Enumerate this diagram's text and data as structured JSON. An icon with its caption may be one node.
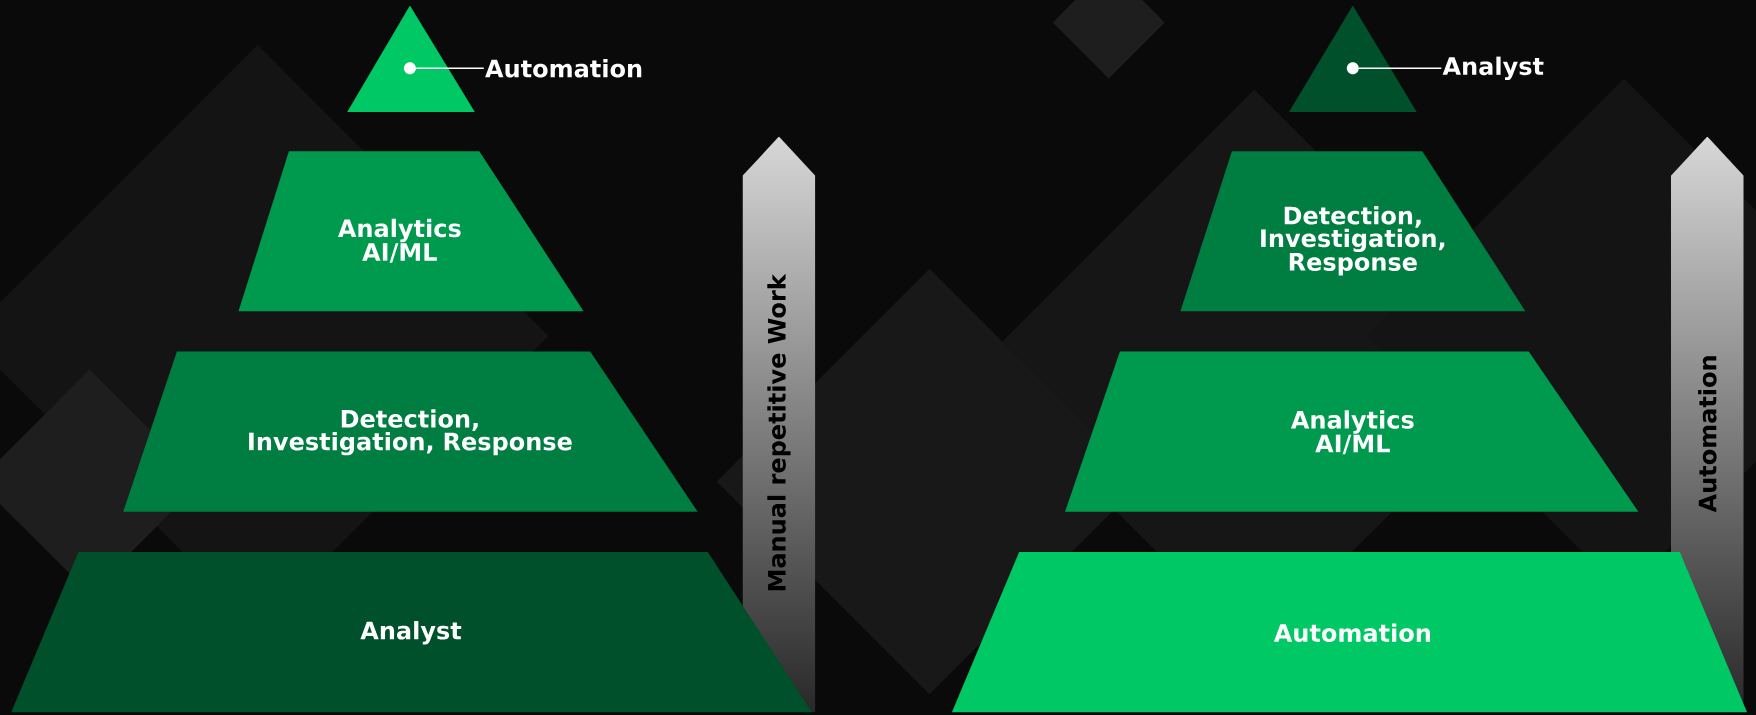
{
  "diagram": {
    "nodes": [
      {
        "text": [],
        "shape": "triangle"
      },
      {
        "text": [
          "Automation"
        ]
      },
      {
        "text": [
          "Analytics AI/ML"
        ]
      },
      {
        "text": [
          "Detection, Investigation, Response"
        ]
      },
      {
        "text": [
          "Analyst"
        ]
      },
      {
        "text": [],
        "shape": "triangle"
      },
      {
        "text": [
          "Analyst"
        ]
      },
      {
        "text": [
          "Detection, Investigation, Response"
        ]
      },
      {
        "text": [
          "Analytics AI/ML"
        ]
      },
      {
        "text": [
          "Automation"
        ]
      }
    ],
    "edges": [
      {
        "from": 1,
        "to": 0,
        "arrow": "none"
      },
      {
        "from": 6,
        "to": 5,
        "arrow": "none"
      }
    ],
    "labels": [
      "Manual repetitive Work",
      "Automation"
    ]
  }
}
